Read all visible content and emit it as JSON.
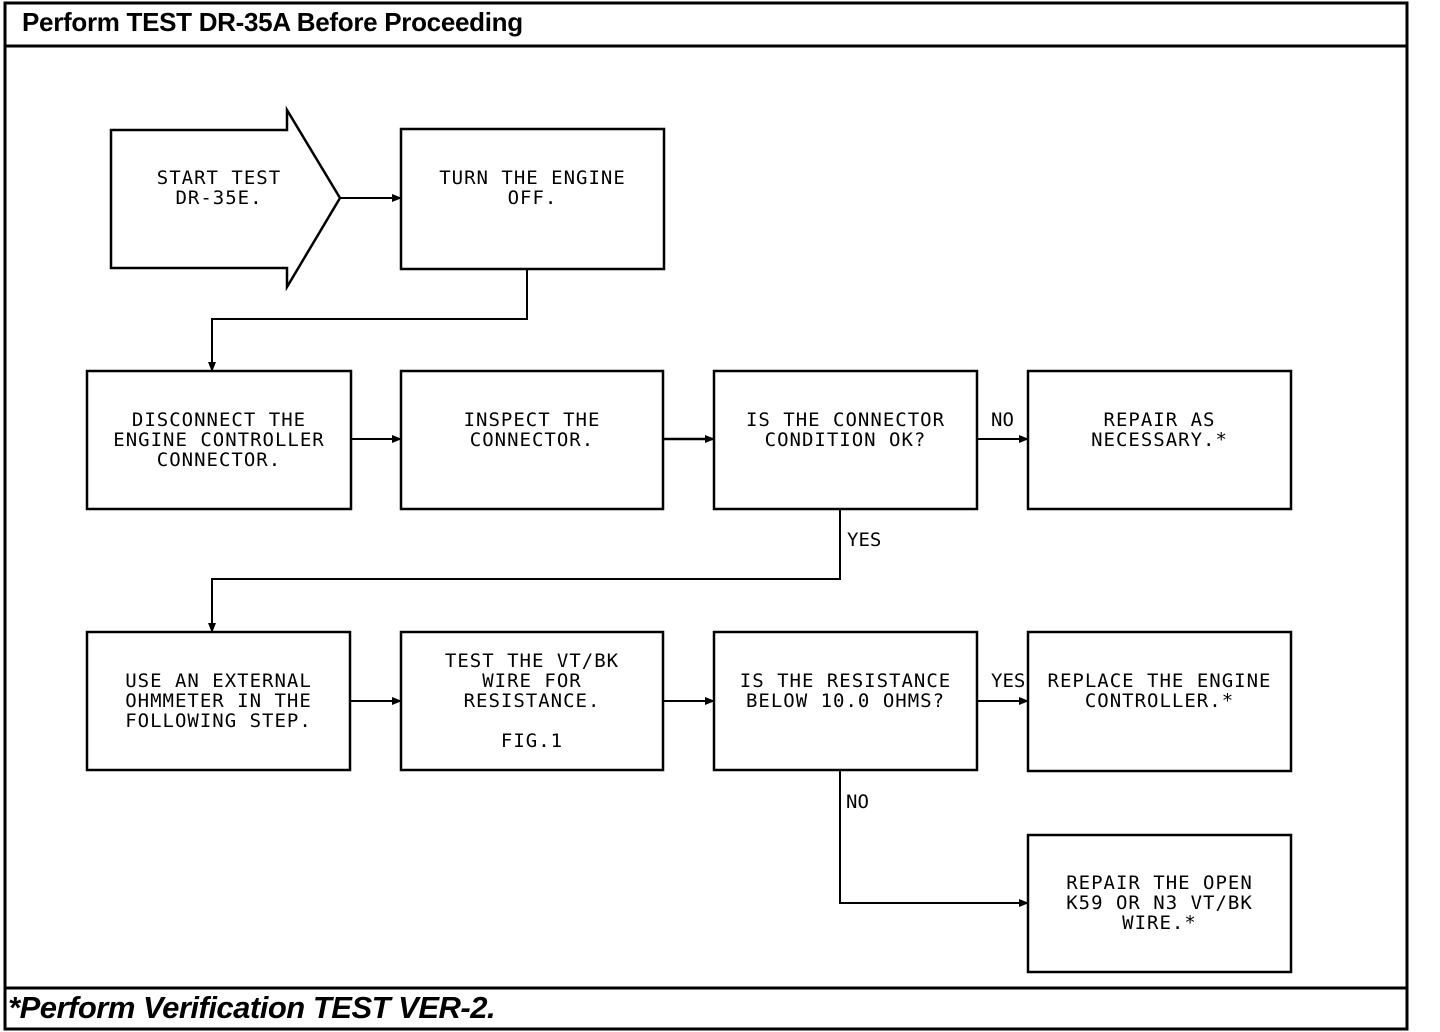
{
  "header": {
    "title": "Perform TEST DR-35A Before Proceeding"
  },
  "footer": {
    "note": "*Perform Verification TEST VER-2."
  },
  "nodes": {
    "start": {
      "lines": [
        "START TEST",
        "DR-35E."
      ]
    },
    "engine_off": {
      "lines": [
        "TURN THE ENGINE",
        "OFF."
      ]
    },
    "disconnect": {
      "lines": [
        "DISCONNECT THE",
        "ENGINE CONTROLLER",
        "CONNECTOR."
      ]
    },
    "inspect": {
      "lines": [
        "INSPECT THE",
        "CONNECTOR."
      ]
    },
    "cond_ok": {
      "lines": [
        "IS THE CONNECTOR",
        "CONDITION OK?"
      ]
    },
    "repair": {
      "lines": [
        "REPAIR AS",
        "NECESSARY.*"
      ]
    },
    "ohmmeter": {
      "lines": [
        "USE AN EXTERNAL",
        "OHMMETER IN THE",
        "FOLLOWING STEP."
      ]
    },
    "test_wire": {
      "lines": [
        "TEST THE VT/BK",
        "WIRE FOR",
        "RESISTANCE.",
        "",
        "FIG.1"
      ]
    },
    "resistance": {
      "lines": [
        "IS THE RESISTANCE",
        "BELOW 10.0 OHMS?"
      ]
    },
    "replace": {
      "lines": [
        "REPLACE THE ENGINE",
        "CONTROLLER.*"
      ]
    },
    "repair_open": {
      "lines": [
        "REPAIR THE OPEN",
        "K59 OR N3 VT/BK",
        "WIRE.*"
      ]
    }
  },
  "edge_labels": {
    "cond_no": "NO",
    "cond_yes": "YES",
    "res_yes": "YES",
    "res_no": "NO"
  }
}
